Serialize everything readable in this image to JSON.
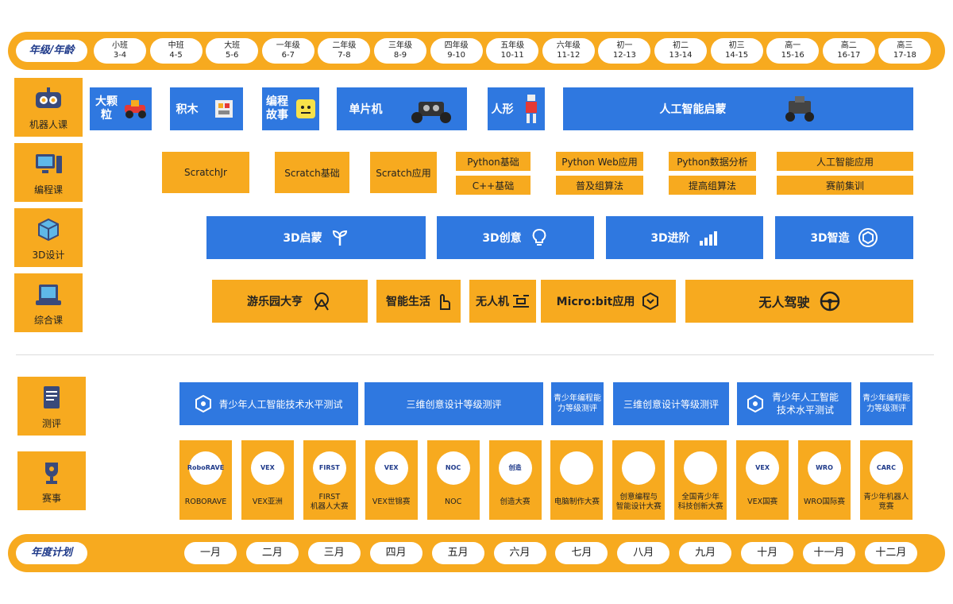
{
  "top_bar": {
    "heading": "年级/年龄",
    "grades": [
      {
        "name": "小班",
        "age": "3-4"
      },
      {
        "name": "中班",
        "age": "4-5"
      },
      {
        "name": "大班",
        "age": "5-6"
      },
      {
        "name": "一年级",
        "age": "6-7"
      },
      {
        "name": "二年级",
        "age": "7-8"
      },
      {
        "name": "三年级",
        "age": "8-9"
      },
      {
        "name": "四年级",
        "age": "9-10"
      },
      {
        "name": "五年级",
        "age": "10-11"
      },
      {
        "name": "六年级",
        "age": "11-12"
      },
      {
        "name": "初一",
        "age": "12-13"
      },
      {
        "name": "初二",
        "age": "13-14"
      },
      {
        "name": "初三",
        "age": "14-15"
      },
      {
        "name": "高一",
        "age": "15-16"
      },
      {
        "name": "高二",
        "age": "16-17"
      },
      {
        "name": "高三",
        "age": "17-18"
      }
    ]
  },
  "categories": {
    "robot": "机器人课",
    "coding": "编程课",
    "design3d": "3D设计",
    "comprehensive": "综合课",
    "assessment": "测评",
    "competition": "赛事"
  },
  "robot_courses": {
    "big_blocks": "大颗粒",
    "blocks": "积木",
    "story": "编程故事",
    "mcu": "单片机",
    "humanoid": "人形",
    "ai_intro": "人工智能启蒙"
  },
  "coding_courses": {
    "scratchjr": "ScratchJr",
    "scratch_basic": "Scratch基础",
    "scratch_app": "Scratch应用",
    "python_basic": "Python基础",
    "cpp_basic": "C++基础",
    "python_web": "Python Web应用",
    "popular_algo": "普及组算法",
    "python_data": "Python数据分析",
    "advanced_algo": "提高组算法",
    "ai_app": "人工智能应用",
    "pre_contest": "赛前集训"
  },
  "design_courses": {
    "intro": "3D启蒙",
    "creative": "3D创意",
    "advanced": "3D进阶",
    "making": "3D智造"
  },
  "comprehensive_courses": {
    "park": "游乐园大亨",
    "smart_life": "智能生活",
    "drone": "无人机",
    "microbit": "Micro:bit应用",
    "autodrive": "无人驾驶"
  },
  "assessments": {
    "ai_level_1": "青少年人工智能技术水平测试",
    "design_level_1": "三维创意设计等级测评",
    "coding_level_1": "青少年编程能力等级测评",
    "design_level_2": "三维创意设计等级测评",
    "ai_level_2": "青少年人工智能技术水平测试",
    "coding_level_2": "青少年编程能力等级测评"
  },
  "competitions": [
    {
      "logo": "RoboRAVE",
      "label": "ROBORAVE"
    },
    {
      "logo": "VEX",
      "label": "VEX亚洲"
    },
    {
      "logo": "FIRST",
      "label": "FIRST\n机器人大赛"
    },
    {
      "logo": "VEX",
      "label": "VEX世锦赛"
    },
    {
      "logo": "NOC",
      "label": "NOC"
    },
    {
      "logo": "创造",
      "label": "创造大赛"
    },
    {
      "logo": "",
      "label": "电脑制作大赛"
    },
    {
      "logo": "",
      "label": "创意编程与\n智能设计大赛"
    },
    {
      "logo": "",
      "label": "全国青少年\n科技创新大赛"
    },
    {
      "logo": "VEX",
      "label": "VEX国赛"
    },
    {
      "logo": "WRO",
      "label": "WRO国际赛"
    },
    {
      "logo": "CARC",
      "label": "青少年机器人\n竞赛"
    }
  ],
  "bottom_bar": {
    "heading": "年度计划",
    "months": [
      "一月",
      "二月",
      "三月",
      "四月",
      "五月",
      "六月",
      "七月",
      "八月",
      "九月",
      "十月",
      "十一月",
      "十二月"
    ]
  },
  "colors": {
    "orange": "#F7AA1F",
    "blue": "#2F78E0",
    "navy": "#1F3A8A"
  }
}
